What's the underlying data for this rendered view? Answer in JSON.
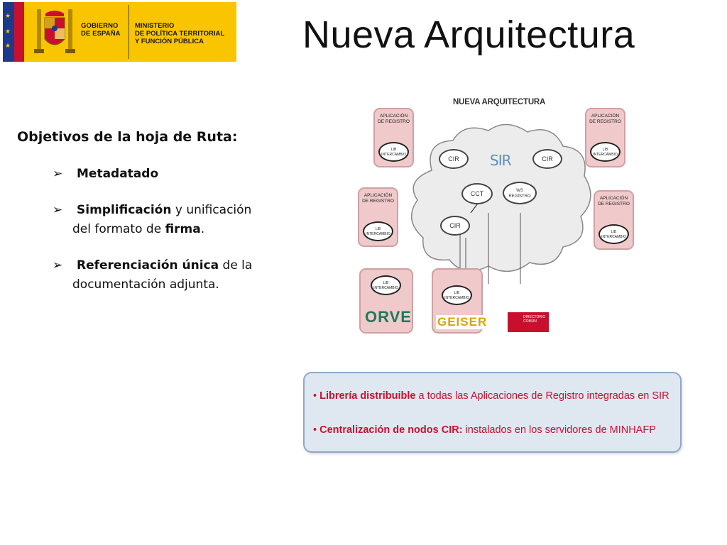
{
  "header": {
    "gov_line1": "GOBIERNO",
    "gov_line2": "DE ESPAÑA",
    "ministry_line1": "MINISTERIO",
    "ministry_line2": "DE POLÍTICA TERRITORIAL",
    "ministry_line3": "Y FUNCIÓN PÚBLICA",
    "title": "Nueva Arquitectura"
  },
  "objectives": {
    "heading": "Objetivos de la hoja de Ruta:",
    "items": [
      {
        "bold": "Metadatado",
        "rest": "",
        "cont": ""
      },
      {
        "bold": "Simplificación",
        "rest": " y unificación",
        "cont_pre": "del formato de ",
        "cont_bold": "firma",
        "cont_post": "."
      },
      {
        "bold": "Referenciación única",
        "rest": " de la",
        "cont": "documentación adjunta."
      }
    ]
  },
  "diagram": {
    "title": "NUEVA ARQUITECTURA",
    "app_label_1": "APLICACIÓN",
    "app_label_2": "DE REGISTRO",
    "lib_label_1": "LIB",
    "lib_label_2": "INTERCAMBIO",
    "sir": "SIR",
    "cir": "CIR",
    "cct": "CCT",
    "ws_1": "WS",
    "ws_2": "REGISTRO",
    "orve": "ORVE",
    "geiser": "GEISER",
    "dir_1": "DIRECTORIO",
    "dir_2": "COMÚN"
  },
  "info": {
    "line1_bold": "Librería distribuible",
    "line1_rest": " a todas las Aplicaciones de Registro integradas en SIR",
    "line2_bold": "Centralización de nodos CIR:",
    "line2_rest": " instalados en los servidores de MINHAFP"
  },
  "colors": {
    "eu_blue": "#1b3a8c",
    "spain_red": "#c8102e",
    "gov_yellow": "#f9c400",
    "app_pink": "#f0c9cb",
    "info_bg": "#dfe7f1"
  }
}
